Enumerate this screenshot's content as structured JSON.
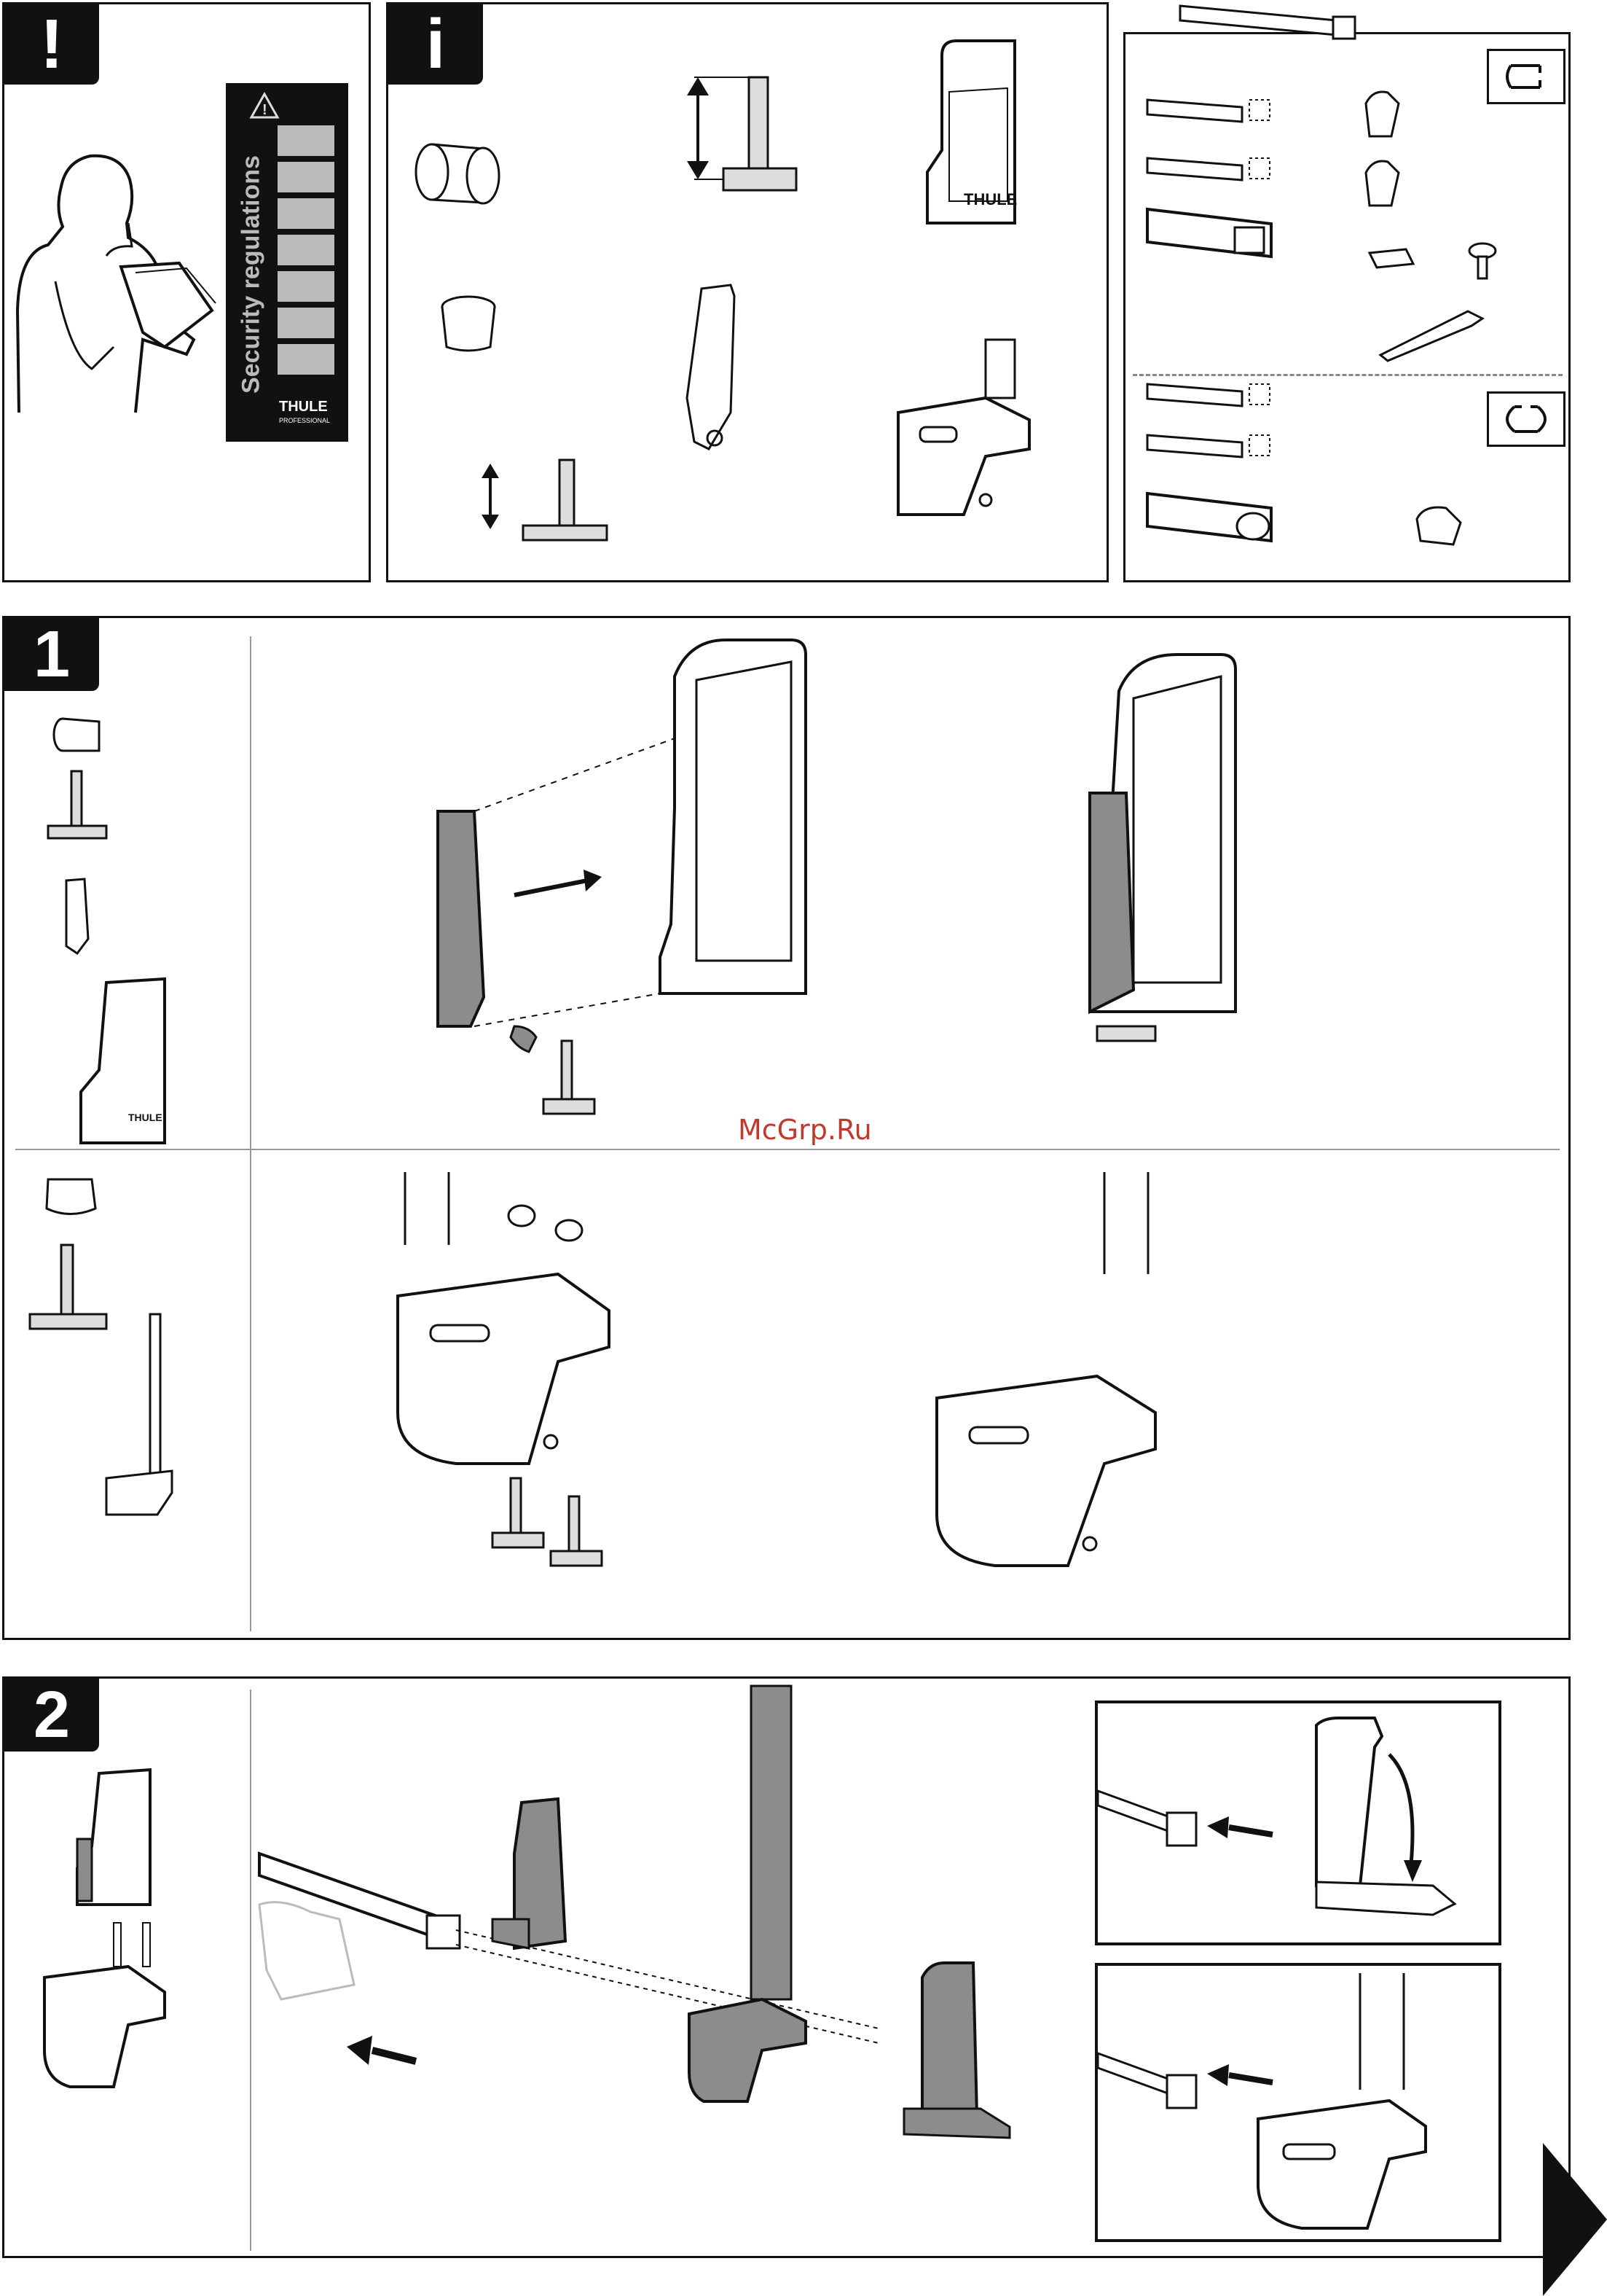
{
  "panels": {
    "warning_tag": "!",
    "info_tag": "i",
    "step1_tag": "1",
    "step2_tag": "2"
  },
  "booklet": {
    "title": "Security regulations",
    "brand": "THULE",
    "brand_sub": "PROFESSIONAL"
  },
  "product_labels": {
    "brand_on_holder": "THULE",
    "brand_on_holder_small": "THULE"
  },
  "watermark": "McGrp.Ru",
  "colors": {
    "ink": "#111111",
    "part_fill": "#8c8c8c",
    "light_fill": "#d9d9d9",
    "dim_line": "#b3b3b3",
    "watermark": "#c0392b"
  },
  "icons": [
    "warning-icon",
    "info-icon",
    "next-page-arrow-icon",
    "profile-slot-icon",
    "profile-round-icon"
  ]
}
